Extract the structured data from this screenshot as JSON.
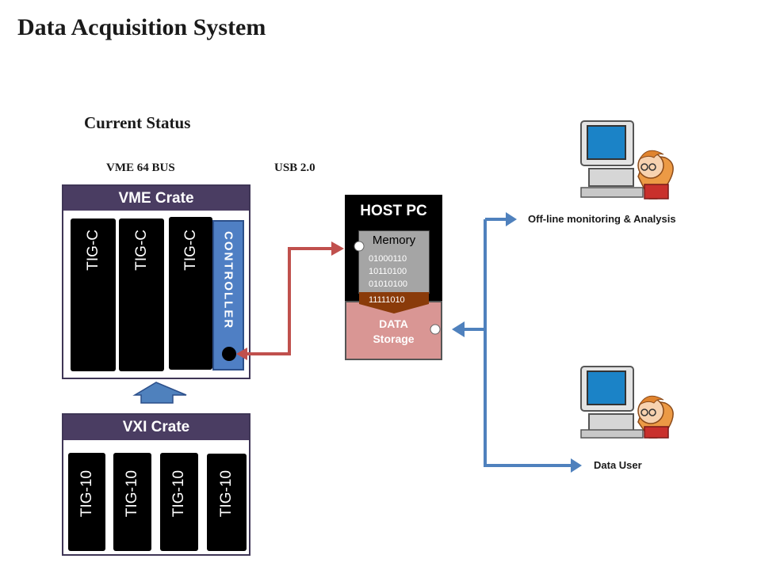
{
  "title": "Data Acquisition System",
  "current_status": "Current Status",
  "bus_labels": {
    "vme": "VME 64 BUS",
    "usb": "USB 2.0"
  },
  "vme_crate": {
    "title": "VME Crate",
    "cards": [
      "TIG-C",
      "TIG-C",
      "TIG-C"
    ],
    "controller": "CONTROLLER"
  },
  "vxi_crate": {
    "title": "VXI Crate",
    "cards": [
      "TIG-10",
      "TIG-10",
      "TIG-10",
      "TIG-10"
    ]
  },
  "host_pc": {
    "title": "HOST PC",
    "memory_label": "Memory",
    "memory_bits": [
      "01000110",
      "10110100",
      "01010100",
      "11111010"
    ],
    "storage_line1": "DATA",
    "storage_line2": "Storage"
  },
  "users": {
    "offline": "Off-line  monitoring & Analysis",
    "data_user": "Data User"
  },
  "colors": {
    "crate_header": "#4a3d62",
    "controller": "#4f7fc4",
    "usb_link": "#c0504d",
    "storage": "#d99694",
    "user_link": "#4f81bd",
    "up_arrow": "#4f81bd"
  },
  "icons": [
    "computer-user-icon",
    "computer-user-icon"
  ]
}
